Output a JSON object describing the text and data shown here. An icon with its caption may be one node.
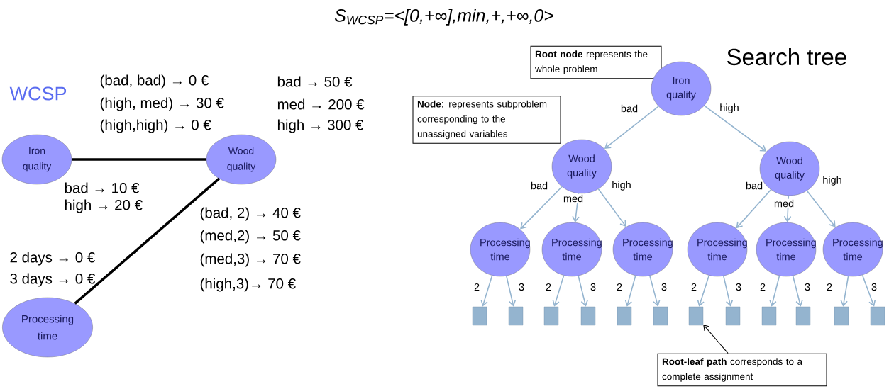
{
  "diagram": {
    "title": "S$_{WCSP}$=<[0,+∞],min,+,+∞,0>",
    "nodes": [
      {
        "text": [
          "Iron quality"
        ]
      },
      {
        "text": [
          "Wood quality"
        ]
      },
      {
        "text": [
          "Processing time"
        ]
      },
      {
        "text": [
          "**Root node** represents the whole problem"
        ]
      },
      {
        "text": [
          "**Node**: represents subproblem corresponding to the unassigned variables"
        ]
      },
      {
        "text": [
          "**Root-leaf path** corresponds to a complete assignment"
        ]
      },
      {
        "text": [
          "Iron quality"
        ]
      },
      {
        "text": [
          "Wood quality"
        ]
      },
      {
        "text": [
          "Wood quality"
        ]
      },
      {
        "text": [
          "Processing time"
        ]
      },
      {
        "text": [
          "Processing time"
        ]
      },
      {
        "text": [
          "Processing time"
        ]
      },
      {
        "text": [
          "Processing time"
        ]
      },
      {
        "text": [
          "Processing time"
        ]
      },
      {
        "text": [
          "Processing time"
        ]
      },
      {
        "text": [],
        "shape": "box"
      },
      {
        "text": [],
        "shape": "box"
      },
      {
        "text": [],
        "shape": "box"
      },
      {
        "text": [],
        "shape": "box"
      },
      {
        "text": [],
        "shape": "box"
      },
      {
        "text": [],
        "shape": "box"
      },
      {
        "text": [],
        "shape": "box"
      },
      {
        "text": [],
        "shape": "box"
      },
      {
        "text": [],
        "shape": "box"
      },
      {
        "text": [],
        "shape": "box"
      },
      {
        "text": [],
        "shape": "box"
      },
      {
        "text": [],
        "shape": "box"
      }
    ],
    "edges": [
      {
        "from": 0,
        "to": 1,
        "arrow": "none",
        "style": "thick",
        "color": "#000000"
      },
      {
        "from": 1,
        "to": 2,
        "arrow": "none",
        "style": "thick",
        "color": "#000000"
      },
      {
        "from": 6,
        "to": 7,
        "arrow": "to",
        "label": "bad"
      },
      {
        "from": 6,
        "to": 8,
        "arrow": "to",
        "label": "high"
      },
      {
        "from": 7,
        "to": 9,
        "arrow": "to",
        "label": "bad"
      },
      {
        "from": 7,
        "to": 10,
        "arrow": "to",
        "label": "med"
      },
      {
        "from": 7,
        "to": 11,
        "arrow": "to",
        "label": "high"
      },
      {
        "from": 8,
        "to": 12,
        "arrow": "to",
        "label": "bad"
      },
      {
        "from": 8,
        "to": 13,
        "arrow": "to",
        "label": "med"
      },
      {
        "from": 8,
        "to": 14,
        "arrow": "to",
        "label": "high"
      },
      {
        "from": 9,
        "to": 15,
        "arrow": "to",
        "label": "2"
      },
      {
        "from": 9,
        "to": 16,
        "arrow": "to",
        "label": "3"
      },
      {
        "from": 10,
        "to": 17,
        "arrow": "to",
        "label": "2"
      },
      {
        "from": 10,
        "to": 18,
        "arrow": "to",
        "label": "3"
      },
      {
        "from": 11,
        "to": 19,
        "arrow": "to",
        "label": "2"
      },
      {
        "from": 11,
        "to": 20,
        "arrow": "to",
        "label": "3"
      },
      {
        "from": 12,
        "to": 21,
        "arrow": "to",
        "label": "2"
      },
      {
        "from": 12,
        "to": 22,
        "arrow": "to",
        "label": "3"
      },
      {
        "from": 13,
        "to": 23,
        "arrow": "to",
        "label": "2"
      },
      {
        "from": 13,
        "to": 24,
        "arrow": "to",
        "label": "3"
      },
      {
        "from": 14,
        "to": 25,
        "arrow": "to",
        "label": "2"
      },
      {
        "from": 14,
        "to": 26,
        "arrow": "to",
        "label": "3"
      },
      {
        "from": 5,
        "to": 21,
        "arrow": "to",
        "color": "#000000"
      }
    ],
    "labels": [
      "WCSP",
      "Search tree",
      "(bad, bad) → 0 €",
      "(high, med) → 30 €",
      "(high,high) → 0 €",
      "bad → 50 €",
      "med → 200 €",
      "high → 300 €",
      "bad → 10 €",
      "high → 20 €",
      "(bad, 2) → 40 €",
      "(med,2) → 50 €",
      "(med,3) → 70 €",
      "(high,3)→ 70 €",
      "2 days → 0 €",
      "3 days → 0 €"
    ]
  }
}
